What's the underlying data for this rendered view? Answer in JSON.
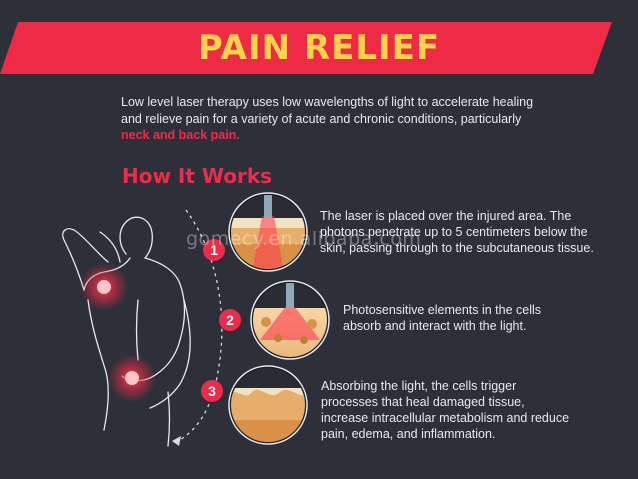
{
  "header": {
    "title": "PAIN RELIEF"
  },
  "intro": {
    "text": "Low level laser therapy uses low wavelengths of light to accelerate healing and relieve pain for a variety of acute and chronic conditions, particularly ",
    "highlight": "neck and back pain."
  },
  "how": {
    "title": "How It Works",
    "steps": [
      {
        "number": "1",
        "text": "The laser is placed over the injured area. The photons penetrate up to 5 centimeters below the skin, passing through to the subcutaneous tissue."
      },
      {
        "number": "2",
        "text": "Photosensitive elements in the cells absorb and interact with the light."
      },
      {
        "number": "3",
        "text": "Absorbing the light, the cells trigger processes that heal damaged tissue, increase intracellular metabolism and reduce pain, edema, and inflammation."
      }
    ]
  },
  "watermark": "gomecy.en.alibaba.com",
  "colors": {
    "background": "#2d3039",
    "accent": "#ee2b4a",
    "title": "#f7d24a"
  }
}
